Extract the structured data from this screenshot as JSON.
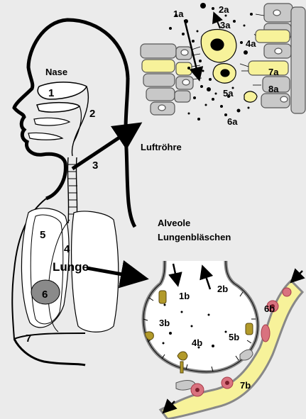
{
  "labels": {
    "nase": "Nase",
    "luftroehre": "Luftröhre",
    "lunge": "Lunge",
    "alveole": "Alveole",
    "lungenblaeschen": "Lungenbläschen",
    "n1": "1",
    "n2": "2",
    "n3": "3",
    "n4": "4",
    "n5": "5",
    "n6": "6",
    "n7": "7",
    "a1": "1a",
    "a2": "2a",
    "a3": "3a",
    "a4": "4a",
    "a5": "5a",
    "a6": "6a",
    "a7": "7a",
    "a8": "8a",
    "b1": "1b",
    "b2": "2b",
    "b3": "3b",
    "b4": "4b",
    "b5": "5b",
    "b6": "6b",
    "b7": "7b"
  },
  "colors": {
    "background": "#ebebeb",
    "white": "#ffffff",
    "cell_gray": "#c8c8c8",
    "cell_yellow": "#f7f29a",
    "lung_spot": "#8a8a8a",
    "macrophage": "#b29a2a",
    "red_cell": "#d9727f",
    "outline": "#000000"
  },
  "icons": {
    "arrow": "arrow-icon",
    "particle": "particle-icon"
  }
}
